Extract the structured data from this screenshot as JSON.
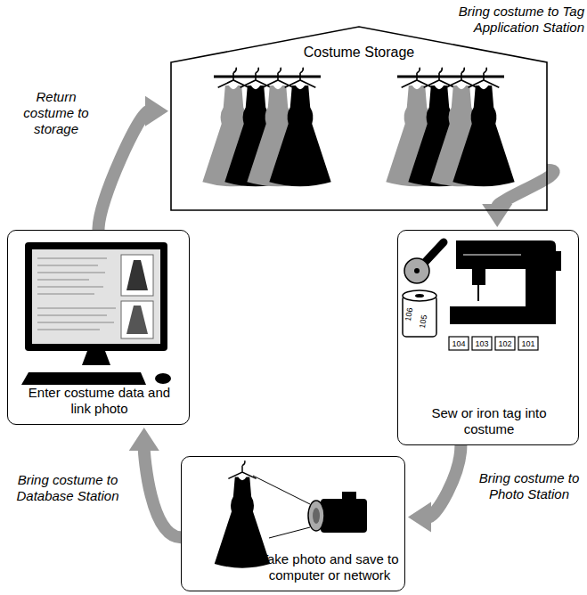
{
  "diagram": {
    "nodes": [
      {
        "text": [
          "Costume Storage"
        ]
      },
      {
        "text": [
          "Sew or iron tag into costume"
        ]
      },
      {
        "text": [
          "Take photo and save to computer or network"
        ]
      },
      {
        "text": [
          "Enter costume data and link photo"
        ]
      }
    ],
    "edges": [
      {
        "from": 0,
        "to": 1,
        "arrow": "to",
        "label": "Bring costume to Tag Application Station"
      },
      {
        "from": 1,
        "to": 2,
        "arrow": "to",
        "label": "Bring costume to Photo Station"
      },
      {
        "from": 2,
        "to": 3,
        "arrow": "to",
        "label": "Bring costume to Database Station"
      },
      {
        "from": 3,
        "to": 0,
        "arrow": "to",
        "label": "Return costume to storage"
      }
    ],
    "labels": [
      "106",
      "105",
      "104",
      "103",
      "102",
      "101"
    ]
  }
}
